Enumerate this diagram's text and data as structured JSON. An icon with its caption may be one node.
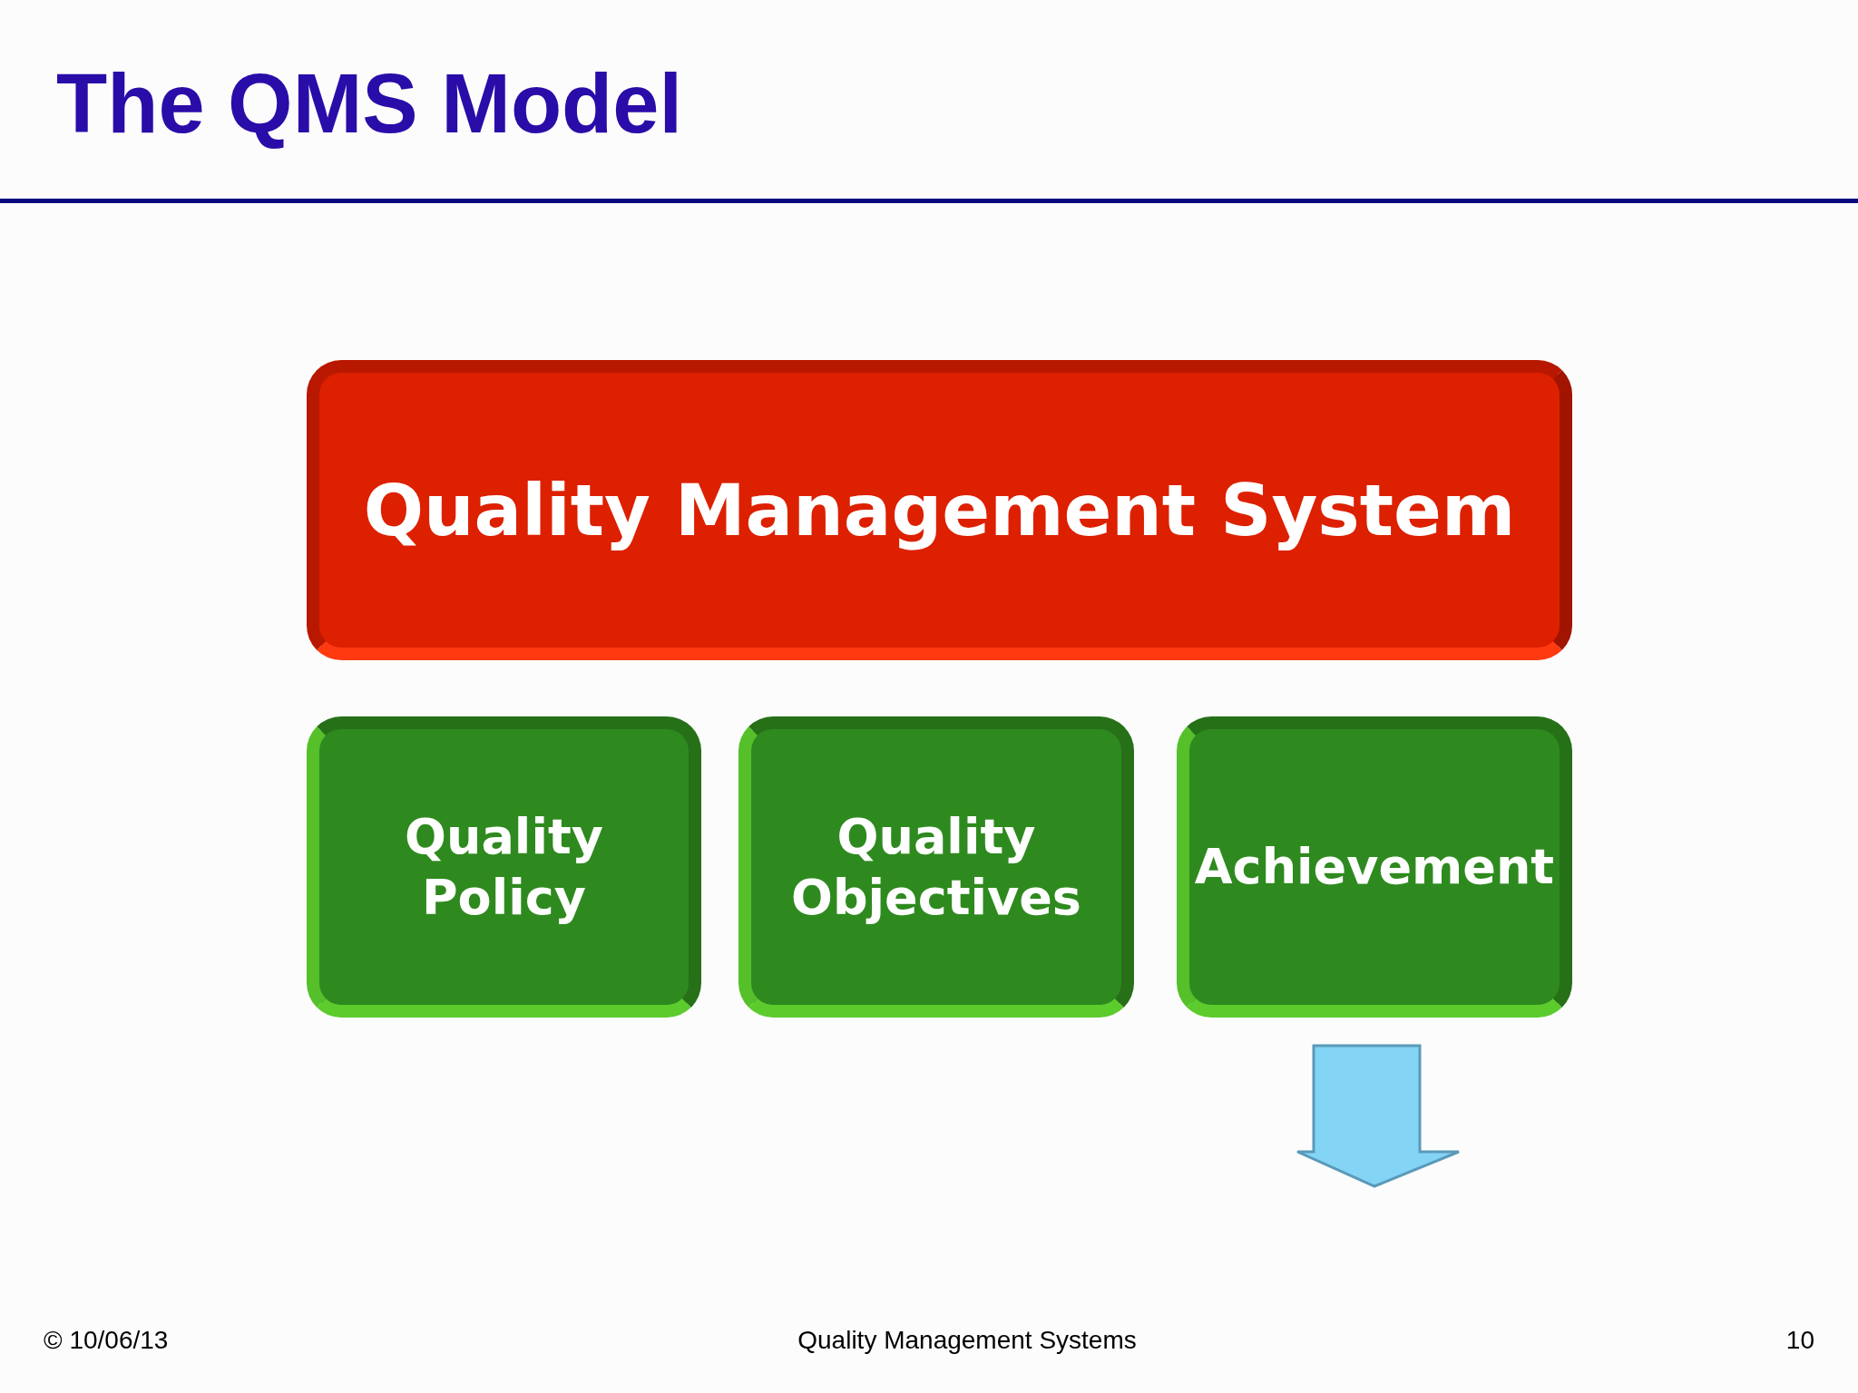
{
  "diagram": {
    "title": "The QMS Model",
    "nodes": [
      {
        "text": [
          "Quality Management System"
        ]
      },
      {
        "text": [
          "Quality Policy"
        ]
      },
      {
        "text": [
          "Quality Objectives"
        ]
      },
      {
        "text": [
          "Achievement"
        ]
      }
    ],
    "labels": [
      "© 10/06/13",
      "Quality Management Systems",
      "10"
    ]
  }
}
